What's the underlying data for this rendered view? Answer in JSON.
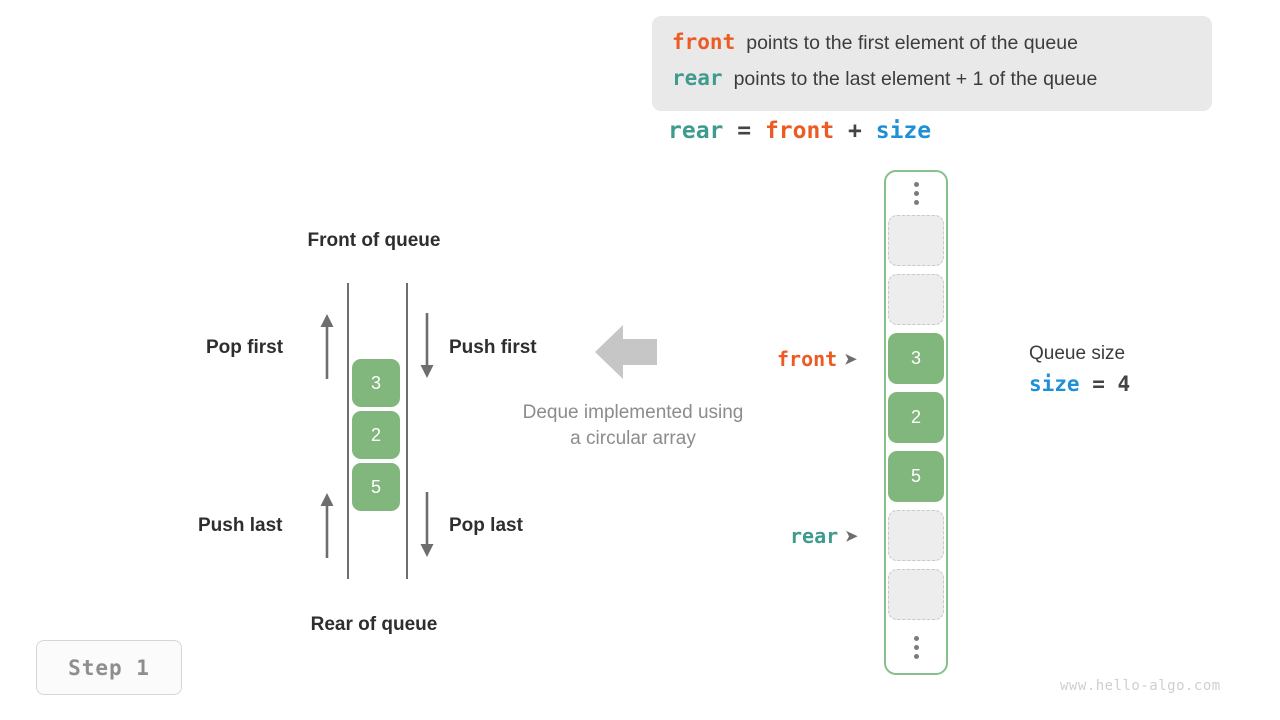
{
  "legend": {
    "rows": [
      {
        "term": "front",
        "color": "#ec5b23",
        "desc": "points to the first element of the queue"
      },
      {
        "term": "rear",
        "color": "#3e9b8e",
        "desc": "points to the last element + 1 of the queue"
      }
    ]
  },
  "equation": {
    "rear": "rear",
    "eq": " = ",
    "front": "front",
    "plus": " + ",
    "size": "size"
  },
  "deque": {
    "front_label": "Front of queue",
    "rear_label": "Rear of queue",
    "ops": {
      "pop_first": "Pop first",
      "push_first": "Push first",
      "push_last": "Push last",
      "pop_last": "Pop last"
    },
    "cells": [
      "3",
      "2",
      "5"
    ],
    "caption_line1": "Deque implemented using",
    "caption_line2": "a circular array"
  },
  "array": {
    "slots": [
      {
        "value": "",
        "state": "empty"
      },
      {
        "value": "",
        "state": "empty"
      },
      {
        "value": "3",
        "state": "filled"
      },
      {
        "value": "2",
        "state": "filled"
      },
      {
        "value": "5",
        "state": "filled"
      },
      {
        "value": "",
        "state": "empty"
      },
      {
        "value": "",
        "state": "empty"
      }
    ],
    "pointers": {
      "front": {
        "label": "front",
        "arrow": "➤",
        "color": "#ec5b23"
      },
      "rear": {
        "label": "rear",
        "arrow": "➤",
        "color": "#3e9b8e"
      }
    },
    "ellipsis": "⋮"
  },
  "queue_size": {
    "title": "Queue size",
    "var": "size",
    "eq": " = ",
    "value": "4"
  },
  "step_badge": "Step 1",
  "watermark": "www.hello-algo.com",
  "colors": {
    "front": "#ec5b23",
    "rear": "#3e9b8e",
    "size": "#1f8fd8",
    "cell_green": "#81b77c",
    "container_border": "#86c08a",
    "empty_slot": "#ededed",
    "banner_bg": "#e9e9e9",
    "big_arrow": "#c6c6c6"
  }
}
